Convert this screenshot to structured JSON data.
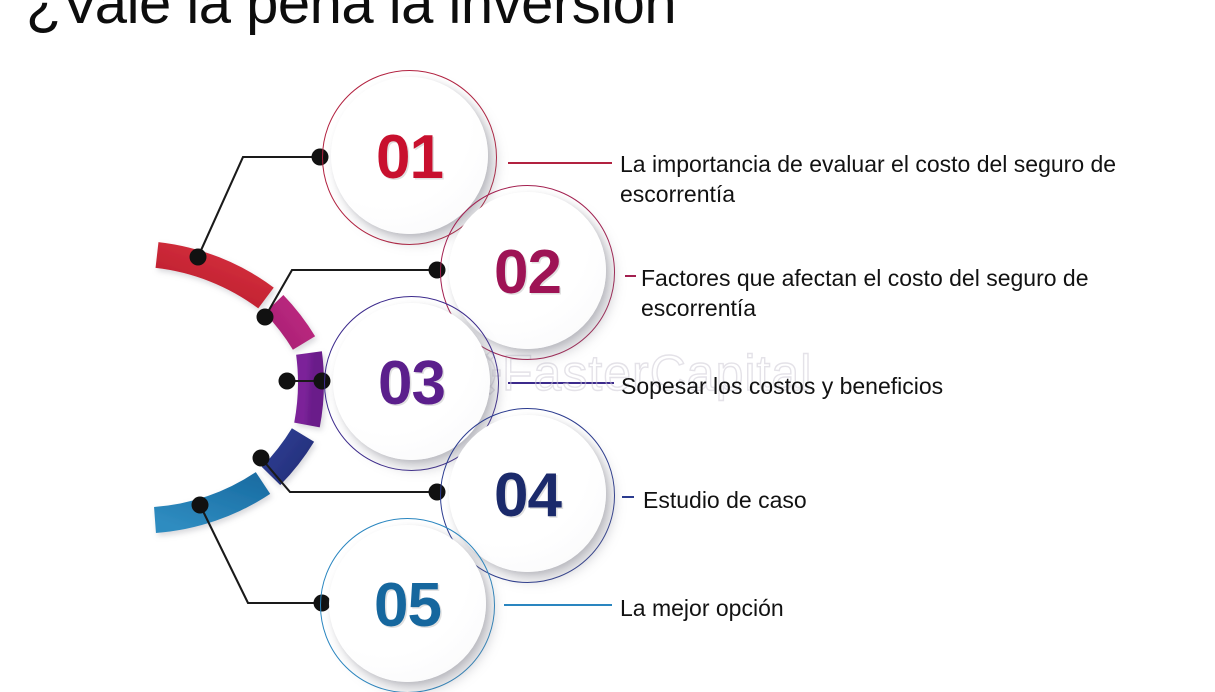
{
  "slide": {
    "title": "¿Vale la pena la inversión",
    "background_color": "#ffffff"
  },
  "watermark": {
    "text": "FasterCapital",
    "icon": "gear-icon",
    "color": "#cfcbd6"
  },
  "diagram": {
    "type": "arc-process-list",
    "arc": {
      "description": "Open C-shaped segmented arc on the left",
      "segments": [
        {
          "index": 1,
          "color": "#cc2233"
        },
        {
          "index": 2,
          "color": "#b0237a"
        },
        {
          "index": 3,
          "color": "#7b2296"
        },
        {
          "index": 4,
          "color": "#2b3b8f"
        },
        {
          "index": 5,
          "color": "#1c72a8"
        }
      ]
    },
    "steps": [
      {
        "number": "01",
        "color": "#c8102e",
        "ring_color": "#b22240",
        "label": "La importancia de evaluar el costo del seguro de escorrentía",
        "label_lines": [
          "La importancia de evaluar el costo del seguro de",
          "escorrentía"
        ],
        "clipped": true
      },
      {
        "number": "02",
        "color": "#9e1355",
        "ring_color": "#a32050",
        "label": "Factores que afectan el costo del seguro de escorrentía",
        "label_lines": [
          "Factores que afectan el costo del seguro de",
          "escorrentía"
        ],
        "clipped": false
      },
      {
        "number": "03",
        "color": "#5b1f8c",
        "ring_color": "#3c2a8c",
        "label": "Sopesar los costos y beneficios",
        "label_lines": [
          "Sopesar los costos y beneficios"
        ],
        "clipped": false
      },
      {
        "number": "04",
        "color": "#1b2a6b",
        "ring_color": "#2b3b8f",
        "label": "Estudio de caso",
        "label_lines": [
          "Estudio de caso"
        ],
        "clipped": false
      },
      {
        "number": "05",
        "color": "#16679e",
        "ring_color": "#2a86c0",
        "label": "La mejor opción",
        "label_lines": [
          "La mejor opción"
        ],
        "clipped": false
      }
    ]
  }
}
